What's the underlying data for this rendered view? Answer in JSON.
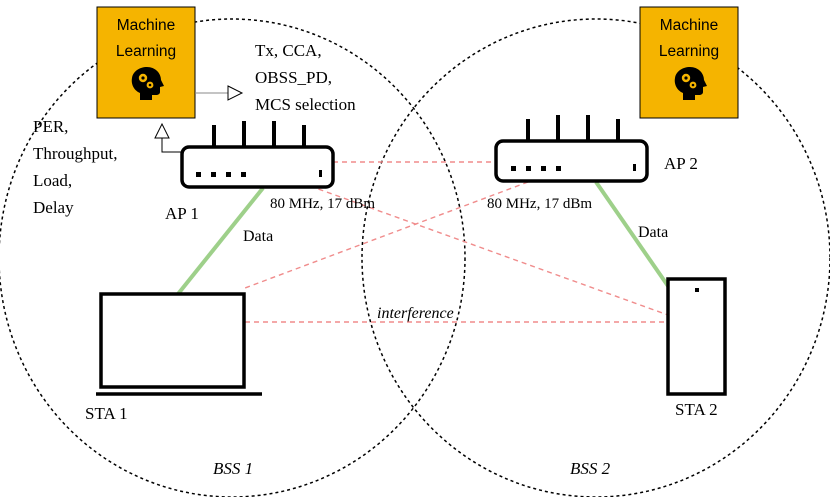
{
  "colors": {
    "ml_box_fill": "#F5B400",
    "data_link": "#9ED08A",
    "interference_link": "#F08C8C",
    "outline": "#000000"
  },
  "icons": {
    "ml": "head-with-gears-icon",
    "ap": "wifi-router-icon",
    "laptop": "laptop-icon",
    "phone": "smartphone-icon"
  },
  "ml_box_left": {
    "line1": "Machine",
    "line2": "Learning"
  },
  "ml_box_right": {
    "line1": "Machine",
    "line2": "Learning"
  },
  "ml_outputs": [
    "Tx, CCA,",
    "OBSS_PD,",
    "MCS selection"
  ],
  "ml_inputs": [
    "PER,",
    "Throughput,",
    "Load,",
    "Delay"
  ],
  "ap1": {
    "label": "AP 1",
    "config": "80 MHz, 17 dBm",
    "link_label": "Data"
  },
  "ap2": {
    "label": "AP 2",
    "config": "80 MHz, 17 dBm",
    "link_label": "Data"
  },
  "sta1": {
    "label": "STA 1"
  },
  "sta2": {
    "label": "STA 2"
  },
  "interference_label": "interference",
  "bss1_label": "BSS 1",
  "bss2_label": "BSS 2"
}
